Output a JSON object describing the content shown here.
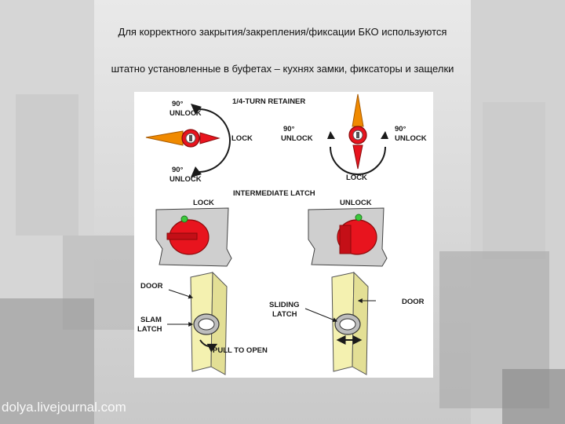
{
  "caption": {
    "line1": "Для корректного закрытия/закрепления/фиксации БКО используются",
    "line2": "штатно установленные в буфетах – кухнях замки, фиксаторы и защелки"
  },
  "figure": {
    "retainer_title": "1/4-TURN RETAINER",
    "left_retainer": {
      "top_angle": "90°",
      "top_unlock": "UNLOCK",
      "lock": "LOCK",
      "bottom_angle": "90°",
      "bottom_unlock": "UNLOCK"
    },
    "right_retainer": {
      "left_angle": "90°",
      "left_unlock": "UNLOCK",
      "right_angle": "90°",
      "right_unlock": "UNLOCK",
      "lock": "LOCK"
    },
    "intermediate_title": "INTERMEDIATE LATCH",
    "latch_lock": "LOCK",
    "latch_unlock": "UNLOCK",
    "door_left": "DOOR",
    "slam_line1": "SLAM",
    "slam_line2": "LATCH",
    "pull_to_open": "PULL TO OPEN",
    "sliding_line1": "SLIDING",
    "sliding_line2": "LATCH",
    "door_right": "DOOR"
  },
  "watermark": "dolya.livejournal.com",
  "colors": {
    "orange": "#f08a00",
    "red": "#e8141e",
    "door_yellow": "#f4f1b0",
    "green_dot": "#3cc83c"
  }
}
